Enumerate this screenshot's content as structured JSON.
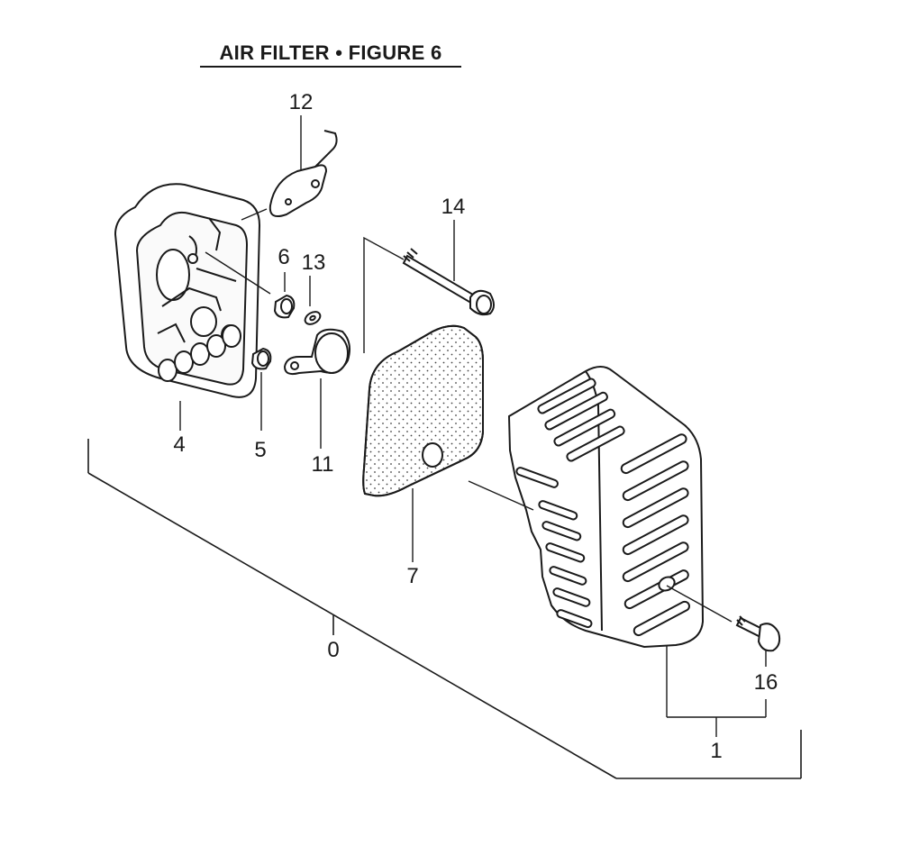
{
  "figure": {
    "title": "AIR FILTER  •  FIGURE 6"
  },
  "callouts": {
    "c0": "0",
    "c1": "1",
    "c4": "4",
    "c5": "5",
    "c6": "6",
    "c7": "7",
    "c11": "11",
    "c12": "12",
    "c13": "13",
    "c14": "14",
    "c16": "16"
  }
}
